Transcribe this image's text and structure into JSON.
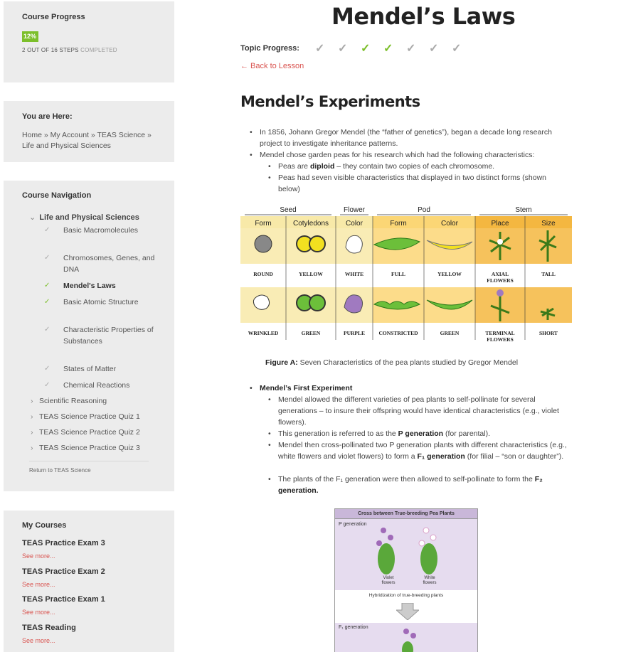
{
  "sidebar": {
    "progress": {
      "title": "Course Progress",
      "percent_label": "12%",
      "percent": 0.12,
      "steps": "2 OUT OF 16 STEPS",
      "completed": "COMPLETED"
    },
    "here": {
      "title": "You are Here:",
      "crumbs": "Home » My Account » TEAS Science » Life and Physical Sciences"
    },
    "nav": {
      "title": "Course Navigation",
      "section": "Life and Physical Sciences",
      "items": [
        {
          "label": "Basic Macromolecules",
          "done": false
        },
        {
          "label": "Chromosomes, Genes, and DNA",
          "done": false
        },
        {
          "label": "Mendel's Laws",
          "done": true
        },
        {
          "label": "Basic Atomic Structure",
          "done": true
        },
        {
          "label": "Characteristic Properties of Substances",
          "done": false
        },
        {
          "label": "States of Matter",
          "done": false
        },
        {
          "label": "Chemical Reactions",
          "done": false
        }
      ],
      "others": [
        "Scientific Reasoning",
        "TEAS Science Practice Quiz 1",
        "TEAS Science Practice Quiz 2",
        "TEAS Science Practice Quiz 3"
      ],
      "return": "Return to TEAS Science"
    },
    "courses": {
      "title": "My Courses",
      "see_more": "See more...",
      "items": [
        "TEAS Practice Exam 3",
        "TEAS Practice Exam 2",
        "TEAS Practice Exam 1",
        "TEAS Reading"
      ]
    }
  },
  "main": {
    "title": "Mendel’s Laws",
    "topic_progress": "Topic Progress:",
    "checks": [
      false,
      false,
      true,
      true,
      false,
      false,
      false
    ],
    "back": "← Back to Lesson",
    "section": "Mendel’s Experiments",
    "b1": "In 1856, Johann Gregor Mendel (the “father of genetics”), began a decade long research project to investigate inheritance patterns.",
    "b2": "Mendel chose garden peas for his research which had the following characteristics:",
    "b2a_pre": "Peas are ",
    "b2a_bold": "diploid",
    "b2a_post": " – they contain two copies of each chromosome.",
    "b2b": "Peas had seven visible characteristics that displayed in two distinct forms (shown below)",
    "figure": {
      "groups": [
        "Seed",
        "Flower",
        "Pod",
        "Stem"
      ],
      "cols": [
        "Form",
        "Cotyledons",
        "Color",
        "Form",
        "Color",
        "Place",
        "Size"
      ],
      "row1": [
        "ROUND",
        "YELLOW",
        "WHITE",
        "FULL",
        "YELLOW",
        "AXIAL FLOWERS",
        "TALL"
      ],
      "row2": [
        "WRINKLED",
        "GREEN",
        "PURPLE",
        "CONSTRICTED",
        "GREEN",
        "TERMINAL FLOWERS",
        "SHORT"
      ]
    },
    "caption_bold": "Figure A:",
    "caption": " Seven Characteristics of the pea plants studied by Gregor Mendel",
    "first_title": "Mendel’s First Experiment",
    "f1": "Mendel allowed the different varieties of pea plants to self-pollinate for several generations – to insure their offspring would have identical characteristics (e.g., violet flowers).",
    "f2_pre": "This generation is referred to as the ",
    "f2_bold": "P generation",
    "f2_post": " (for parental).",
    "f3_pre": "Mendel then cross-pollinated two P generation plants with different characteristics (e.g., white flowers and violet flowers) to form a ",
    "f3_bold": "F₁ generation",
    "f3_post": " (for filial – “son or daughter”).",
    "f4_pre": "The plants of the F₁ generation were then allowed to self-pollinate to form the ",
    "f4_bold": "F₂ generation.",
    "cross": {
      "title": "Cross between True-breeding Pea Plants",
      "p_gen": "P generation",
      "violet": "Violet flowers",
      "white": "White flowers",
      "hybrid": "Hybridization of true-breeding plants",
      "f1_gen": "F₁ generation"
    }
  }
}
